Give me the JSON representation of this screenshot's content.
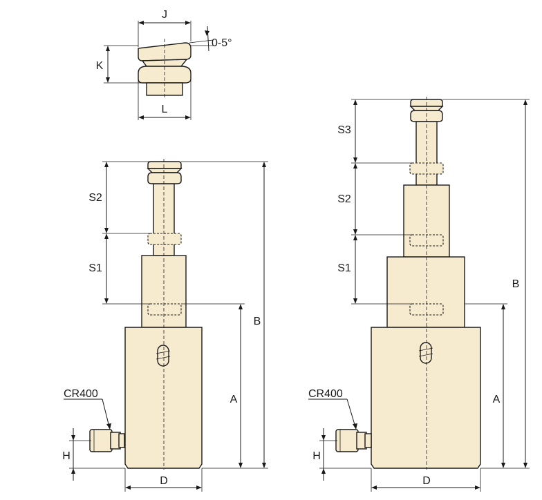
{
  "colors": {
    "cylinder_fill": "#f7ebcf",
    "line": "#1a1a1a",
    "background": "#ffffff"
  },
  "saddle_detail": {
    "label_width": "J",
    "label_height": "K",
    "label_base": "L",
    "label_tilt": "0-5°"
  },
  "two_stage_cylinder": {
    "label_stroke_1": "S1",
    "label_stroke_2": "S2",
    "label_closed_height": "A",
    "label_extended_height": "B",
    "label_diameter": "D",
    "label_port_height": "H",
    "label_coupler": "CR400"
  },
  "three_stage_cylinder": {
    "label_stroke_1": "S1",
    "label_stroke_2": "S2",
    "label_stroke_3": "S3",
    "label_closed_height": "A",
    "label_extended_height": "B",
    "label_diameter": "D",
    "label_port_height": "H",
    "label_coupler": "CR400"
  }
}
